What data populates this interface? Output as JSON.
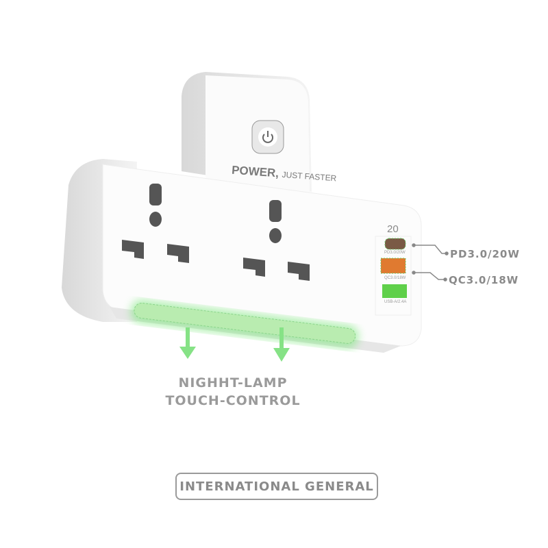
{
  "product": {
    "slogan_bold": "POWER,",
    "slogan_light": "JUST FASTER",
    "power_rating": "20",
    "port_labels": [
      "PD3.0/20W",
      "QC3.0/18W",
      "USB-A/2.4A"
    ]
  },
  "callouts": {
    "pd": "PD3.0/20W",
    "qc": "QC3.0/18W"
  },
  "night_lamp": {
    "line1": "NIGHHT-LAMP",
    "line2": "TOUCH-CONTROL"
  },
  "badge": "INTERNATIONAL GENERAL",
  "colors": {
    "glow": "#6fe36f",
    "usb_c": "#8a5a3a",
    "qc": "#e07a30",
    "usb_a": "#5fd04a",
    "text": "#8a8a8a"
  }
}
